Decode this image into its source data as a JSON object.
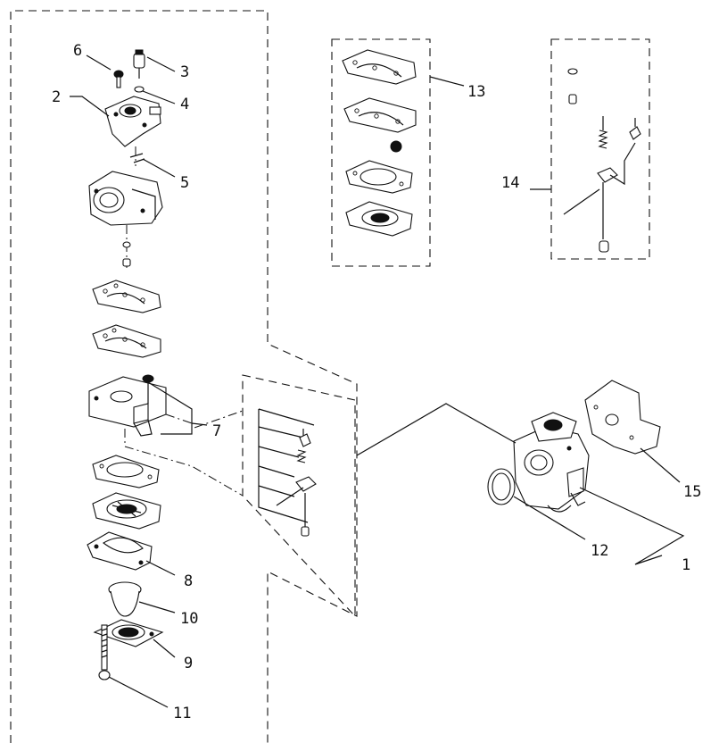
{
  "callouts": [
    {
      "id": "c6",
      "label": "6"
    },
    {
      "id": "c3",
      "label": "3"
    },
    {
      "id": "c2",
      "label": "2"
    },
    {
      "id": "c4",
      "label": "4"
    },
    {
      "id": "c5",
      "label": "5"
    },
    {
      "id": "c13",
      "label": "13"
    },
    {
      "id": "c14",
      "label": "14"
    },
    {
      "id": "c7",
      "label": "7"
    },
    {
      "id": "c15",
      "label": "15"
    },
    {
      "id": "c12",
      "label": "12"
    },
    {
      "id": "c1",
      "label": "1"
    },
    {
      "id": "c8",
      "label": "8"
    },
    {
      "id": "c10",
      "label": "10"
    },
    {
      "id": "c9",
      "label": "9"
    },
    {
      "id": "c11",
      "label": "11"
    }
  ]
}
